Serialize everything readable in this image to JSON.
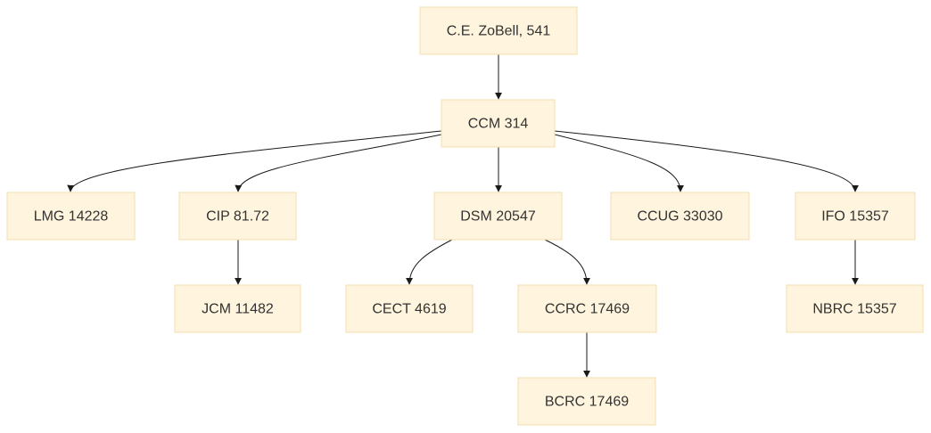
{
  "diagram": {
    "type": "tree",
    "colors": {
      "node_fill": "#fff4dd",
      "node_border": "#f3deb1",
      "edge": "#1a1a1a",
      "text": "#333333"
    },
    "nodes": [
      {
        "id": "zobell",
        "label": "C.E. ZoBell, 541"
      },
      {
        "id": "ccm",
        "label": "CCM 314"
      },
      {
        "id": "lmg",
        "label": "LMG 14228"
      },
      {
        "id": "cip",
        "label": "CIP 81.72"
      },
      {
        "id": "dsm",
        "label": "DSM 20547"
      },
      {
        "id": "ccug",
        "label": "CCUG 33030"
      },
      {
        "id": "ifo",
        "label": "IFO 15357"
      },
      {
        "id": "jcm",
        "label": "JCM 11482"
      },
      {
        "id": "cect",
        "label": "CECT 4619"
      },
      {
        "id": "ccrc",
        "label": "CCRC 17469"
      },
      {
        "id": "nbrc",
        "label": "NBRC 15357"
      },
      {
        "id": "bcrc",
        "label": "BCRC 17469"
      }
    ],
    "edges": [
      {
        "from": "zobell",
        "to": "ccm"
      },
      {
        "from": "ccm",
        "to": "lmg"
      },
      {
        "from": "ccm",
        "to": "cip"
      },
      {
        "from": "ccm",
        "to": "dsm"
      },
      {
        "from": "ccm",
        "to": "ccug"
      },
      {
        "from": "ccm",
        "to": "ifo"
      },
      {
        "from": "cip",
        "to": "jcm"
      },
      {
        "from": "dsm",
        "to": "cect"
      },
      {
        "from": "dsm",
        "to": "ccrc"
      },
      {
        "from": "ifo",
        "to": "nbrc"
      },
      {
        "from": "ccrc",
        "to": "bcrc"
      }
    ]
  }
}
